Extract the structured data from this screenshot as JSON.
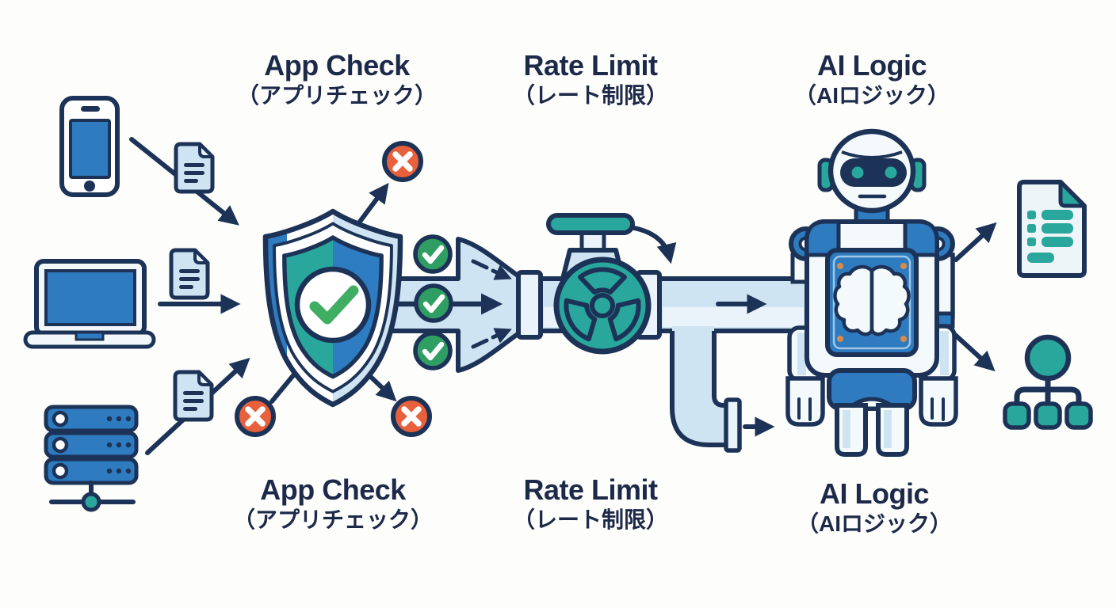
{
  "diagram": {
    "background": "#fdfdfb",
    "stages": {
      "app_check": {
        "en": "App Check",
        "jp": "（アプリチェック）"
      },
      "rate_limit": {
        "en": "Rate Limit",
        "jp": "（レート制限）"
      },
      "ai_logic": {
        "en": "AI Logic",
        "jp": "（AIロジック）"
      }
    },
    "inputs": [
      "smartphone",
      "laptop",
      "server"
    ],
    "outputs": [
      "document-report",
      "hierarchy-tree"
    ],
    "icons": [
      "smartphone-icon",
      "laptop-icon",
      "server-icon",
      "request-document-icon",
      "shield-check-icon",
      "check-circle-icon",
      "x-circle-icon",
      "funnel-arrow-icon",
      "valve-icon",
      "pipe",
      "rotation-arrow-icon",
      "robot-brain-icon",
      "output-document-icon",
      "hierarchy-icon"
    ],
    "colors": {
      "outline": "#1c3357",
      "text": "#1d2949",
      "blue": "#2e7bc0",
      "teal": "#2aa79c",
      "light_blue": "#cfe4f2",
      "pale": "#e9f3f9",
      "green": "#2f9e62",
      "red": "#e8603c",
      "screw_orange": "#d98b4a",
      "white": "#ffffff"
    }
  }
}
